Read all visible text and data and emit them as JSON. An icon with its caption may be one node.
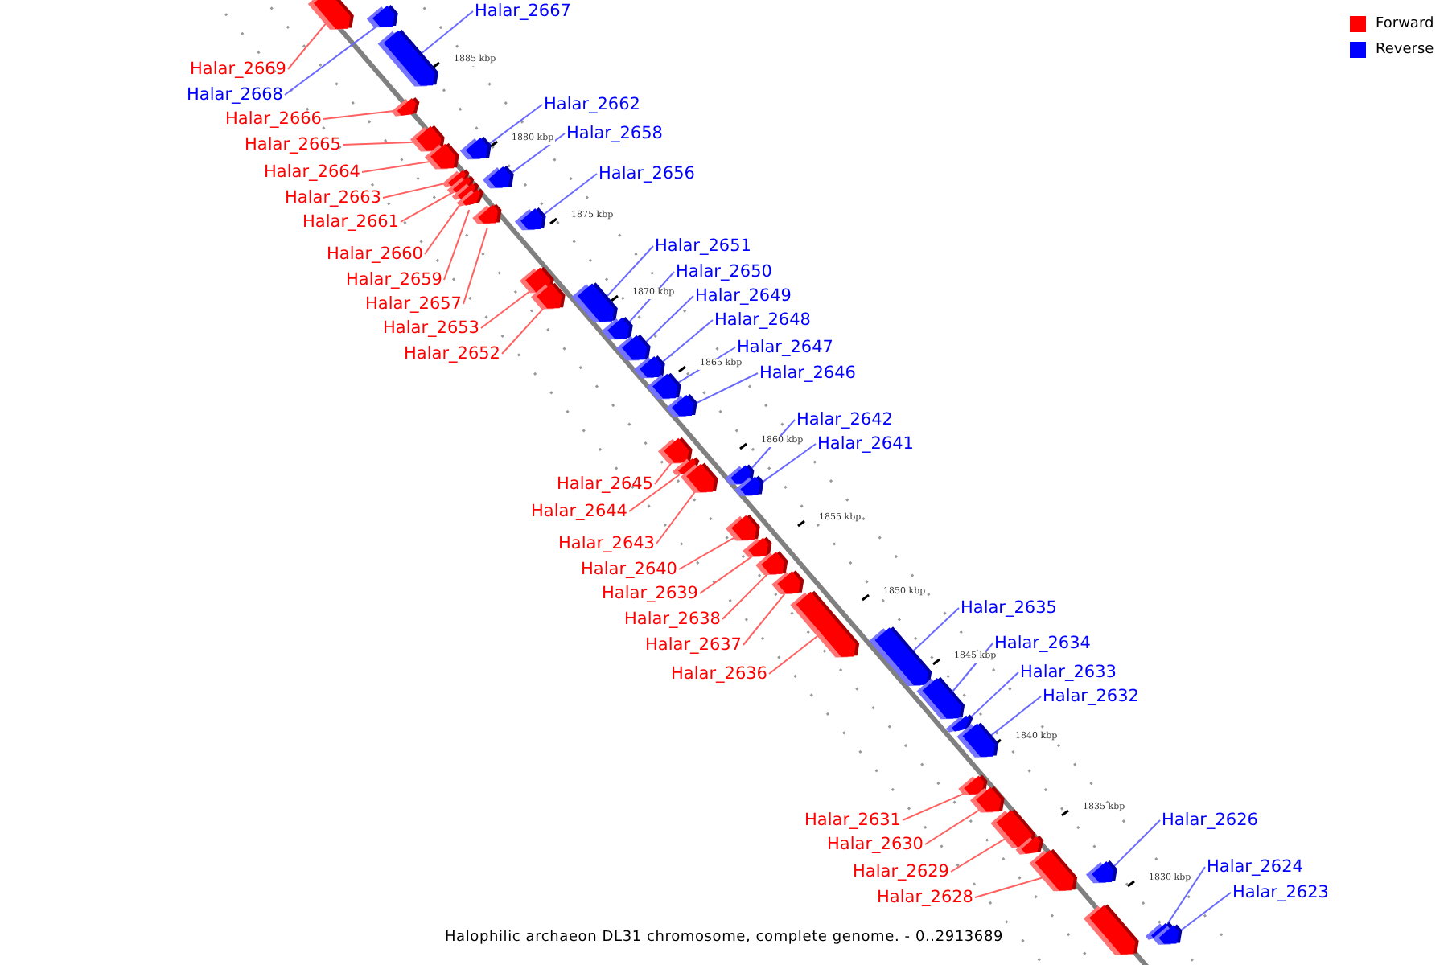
{
  "diagram": {
    "caption": "Halophilic archaeon DL31 chromosome, complete genome. - 0..2913689",
    "nodes": [
      {
        "text": [
          "Halar_2667"
        ]
      },
      {
        "text": [
          "Halar_2669"
        ]
      },
      {
        "text": [
          "Halar_2668"
        ]
      },
      {
        "text": [
          "Halar_2662"
        ]
      },
      {
        "text": [
          "Halar_2666"
        ]
      },
      {
        "text": [
          "Halar_2658"
        ]
      },
      {
        "text": [
          "Halar_2665"
        ]
      },
      {
        "text": [
          "Halar_2664"
        ]
      },
      {
        "text": [
          "Halar_2656"
        ]
      },
      {
        "text": [
          "Halar_2663"
        ]
      },
      {
        "text": [
          "Halar_2661"
        ]
      },
      {
        "text": [
          "Halar_2651"
        ]
      },
      {
        "text": [
          "Halar_2660"
        ]
      },
      {
        "text": [
          "Halar_2650"
        ]
      },
      {
        "text": [
          "Halar_2659"
        ]
      },
      {
        "text": [
          "Halar_2649"
        ]
      },
      {
        "text": [
          "Halar_2657"
        ]
      },
      {
        "text": [
          "Halar_2648"
        ]
      },
      {
        "text": [
          "Halar_2653"
        ]
      },
      {
        "text": [
          "Halar_2647"
        ]
      },
      {
        "text": [
          "Halar_2652"
        ]
      },
      {
        "text": [
          "Halar_2646"
        ]
      },
      {
        "text": [
          "Halar_2642"
        ]
      },
      {
        "text": [
          "Halar_2641"
        ]
      },
      {
        "text": [
          "Halar_2645"
        ]
      },
      {
        "text": [
          "Halar_2644"
        ]
      },
      {
        "text": [
          "Halar_2643"
        ]
      },
      {
        "text": [
          "Halar_2640"
        ]
      },
      {
        "text": [
          "Halar_2639"
        ]
      },
      {
        "text": [
          "Halar_2635"
        ]
      },
      {
        "text": [
          "Halar_2638"
        ]
      },
      {
        "text": [
          "Halar_2634"
        ]
      },
      {
        "text": [
          "Halar_2637"
        ]
      },
      {
        "text": [
          "Halar_2633"
        ]
      },
      {
        "text": [
          "Halar_2636"
        ]
      },
      {
        "text": [
          "Halar_2632"
        ]
      },
      {
        "text": [
          "Halar_2631"
        ]
      },
      {
        "text": [
          "Halar_2626"
        ]
      },
      {
        "text": [
          "Halar_2630"
        ]
      },
      {
        "text": [
          "Halar_2624"
        ]
      },
      {
        "text": [
          "Halar_2629"
        ]
      },
      {
        "text": [
          "Halar_2623"
        ]
      },
      {
        "text": [
          "Halar_2628"
        ]
      },
      {
        "text": [],
        "shape": "bar"
      },
      {
        "text": [],
        "shape": "bar"
      },
      {
        "text": [],
        "shape": "bar"
      },
      {
        "text": [],
        "shape": "bar"
      },
      {
        "text": [],
        "shape": "bar"
      },
      {
        "text": [],
        "shape": "bar"
      },
      {
        "text": [],
        "shape": "bar"
      },
      {
        "text": [],
        "shape": "bar"
      },
      {
        "text": [],
        "shape": "bar"
      },
      {
        "text": [],
        "shape": "bar"
      },
      {
        "text": [],
        "shape": "bar"
      },
      {
        "text": [],
        "shape": "bar"
      },
      {
        "text": [],
        "shape": "bar"
      },
      {
        "text": [],
        "shape": "bar"
      },
      {
        "text": [],
        "shape": "bar"
      },
      {
        "text": [],
        "shape": "bar"
      },
      {
        "text": [],
        "shape": "bar"
      },
      {
        "text": [],
        "shape": "bar"
      },
      {
        "text": [],
        "shape": "bar"
      },
      {
        "text": [],
        "shape": "bar"
      },
      {
        "text": [],
        "shape": "bar"
      },
      {
        "text": [],
        "shape": "bar"
      },
      {
        "text": [],
        "shape": "bar"
      },
      {
        "text": [],
        "shape": "bar"
      },
      {
        "text": [],
        "shape": "bar"
      },
      {
        "text": [],
        "shape": "bar"
      },
      {
        "text": [],
        "shape": "bar"
      },
      {
        "text": [],
        "shape": "bar"
      },
      {
        "text": [],
        "shape": "bar"
      },
      {
        "text": [],
        "shape": "bar"
      },
      {
        "text": [],
        "shape": "bar"
      },
      {
        "text": [],
        "shape": "bar"
      },
      {
        "text": [],
        "shape": "bar"
      },
      {
        "text": [],
        "shape": "bar"
      },
      {
        "text": [],
        "shape": "bar"
      },
      {
        "text": [],
        "shape": "bar"
      },
      {
        "text": [],
        "shape": "bar"
      },
      {
        "text": [],
        "shape": "bar"
      },
      {
        "text": [],
        "shape": "bar"
      },
      {
        "text": [],
        "shape": "bar"
      },
      {
        "text": [],
        "shape": "bar"
      },
      {
        "text": [],
        "shape": "bar"
      },
      {
        "text": [],
        "shape": "bar"
      },
      {
        "text": [],
        "shape": "bar"
      },
      {
        "text": [],
        "shape": "bar"
      }
    ],
    "edges": [
      {
        "from": 0,
        "to": 45,
        "arrow": "none",
        "color": "#6a6aff"
      },
      {
        "from": 1,
        "to": 43,
        "arrow": "none"
      },
      {
        "from": 2,
        "to": 44,
        "arrow": "none",
        "color": "#6a6aff"
      },
      {
        "from": 3,
        "to": 48,
        "arrow": "none",
        "color": "#6a6aff"
      },
      {
        "from": 4,
        "to": 46,
        "arrow": "none"
      },
      {
        "from": 5,
        "to": 50,
        "arrow": "none",
        "color": "#6a6aff"
      },
      {
        "from": 6,
        "to": 47,
        "arrow": "none"
      },
      {
        "from": 7,
        "to": 49,
        "arrow": "none"
      },
      {
        "from": 8,
        "to": 56,
        "arrow": "none",
        "color": "#6a6aff"
      },
      {
        "from": 9,
        "to": 51,
        "arrow": "none"
      },
      {
        "from": 10,
        "to": 52,
        "arrow": "none"
      },
      {
        "from": 11,
        "to": 59,
        "arrow": "none",
        "color": "#6a6aff"
      },
      {
        "from": 12,
        "to": 53,
        "arrow": "none"
      },
      {
        "from": 13,
        "to": 60,
        "arrow": "none",
        "color": "#6a6aff"
      },
      {
        "from": 14,
        "to": 54,
        "arrow": "none"
      },
      {
        "from": 15,
        "to": 61,
        "arrow": "none",
        "color": "#6a6aff"
      },
      {
        "from": 16,
        "to": 55,
        "arrow": "none"
      },
      {
        "from": 17,
        "to": 62,
        "arrow": "none",
        "color": "#6a6aff"
      },
      {
        "from": 18,
        "to": 57,
        "arrow": "none"
      },
      {
        "from": 19,
        "to": 63,
        "arrow": "none",
        "color": "#6a6aff"
      },
      {
        "from": 20,
        "to": 58,
        "arrow": "none"
      },
      {
        "from": 21,
        "to": 64,
        "arrow": "none",
        "color": "#6a6aff"
      },
      {
        "from": 22,
        "to": 67,
        "arrow": "none",
        "color": "#6a6aff"
      },
      {
        "from": 23,
        "to": 69,
        "arrow": "none",
        "color": "#6a6aff"
      },
      {
        "from": 24,
        "to": 65,
        "arrow": "none"
      },
      {
        "from": 25,
        "to": 66,
        "arrow": "none"
      },
      {
        "from": 26,
        "to": 68,
        "arrow": "none"
      },
      {
        "from": 27,
        "to": 70,
        "arrow": "none"
      },
      {
        "from": 28,
        "to": 71,
        "arrow": "none"
      },
      {
        "from": 29,
        "to": 75,
        "arrow": "none",
        "color": "#6a6aff"
      },
      {
        "from": 30,
        "to": 72,
        "arrow": "none"
      },
      {
        "from": 31,
        "to": 76,
        "arrow": "none",
        "color": "#6a6aff"
      },
      {
        "from": 32,
        "to": 73,
        "arrow": "none"
      },
      {
        "from": 33,
        "to": 77,
        "arrow": "none",
        "color": "#6a6aff"
      },
      {
        "from": 34,
        "to": 74,
        "arrow": "none"
      },
      {
        "from": 35,
        "to": 78,
        "arrow": "none",
        "color": "#6a6aff"
      },
      {
        "from": 36,
        "to": 79,
        "arrow": "none"
      },
      {
        "from": 37,
        "to": 84,
        "arrow": "none",
        "color": "#6a6aff"
      },
      {
        "from": 38,
        "to": 80,
        "arrow": "none"
      },
      {
        "from": 39,
        "to": 86,
        "arrow": "none",
        "color": "#6a6aff"
      },
      {
        "from": 40,
        "to": 81,
        "arrow": "none"
      },
      {
        "from": 41,
        "to": 87,
        "arrow": "none",
        "color": "#6a6aff"
      },
      {
        "from": 42,
        "to": 83,
        "arrow": "none"
      }
    ],
    "labels": [
      "1885 kbp",
      "1880 kbp",
      "1875 kbp",
      "1870 kbp",
      "1865 kbp",
      "1860 kbp",
      "1855 kbp",
      "1850 kbp",
      "1845 kbp",
      "1840 kbp",
      "1835 kbp",
      "1830 kbp"
    ],
    "legend": [
      {
        "text": "Forward",
        "color": "#ff0000"
      },
      {
        "text": "Reverse",
        "color": "#0000ff"
      }
    ]
  }
}
